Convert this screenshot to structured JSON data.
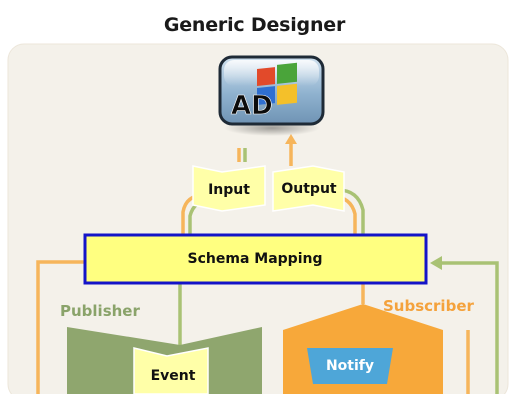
{
  "title": "Generic Designer",
  "logo": {
    "text": "AD",
    "icon": "windows-flag-icon"
  },
  "labels": {
    "input": "Input",
    "output": "Output",
    "schema_mapping": "Schema Mapping",
    "publisher": "Publisher",
    "subscriber": "Subscriber",
    "event": "Event",
    "notify": "Notify"
  },
  "colors": {
    "panel_background": "#f4f1ea",
    "panel_border": "#ece6da",
    "schema_fill": "#ffff80",
    "schema_border": "#1414c8",
    "callout_fill": "#ffffa8",
    "publisher_green": "#8fa66e",
    "publisher_text": "#8aa36a",
    "subscriber_orange": "#f7a83a",
    "subscriber_text": "#f4a23c",
    "line_green": "#a9c274",
    "line_orange": "#f6b55b",
    "notify_blue": "#4ea6d8"
  }
}
